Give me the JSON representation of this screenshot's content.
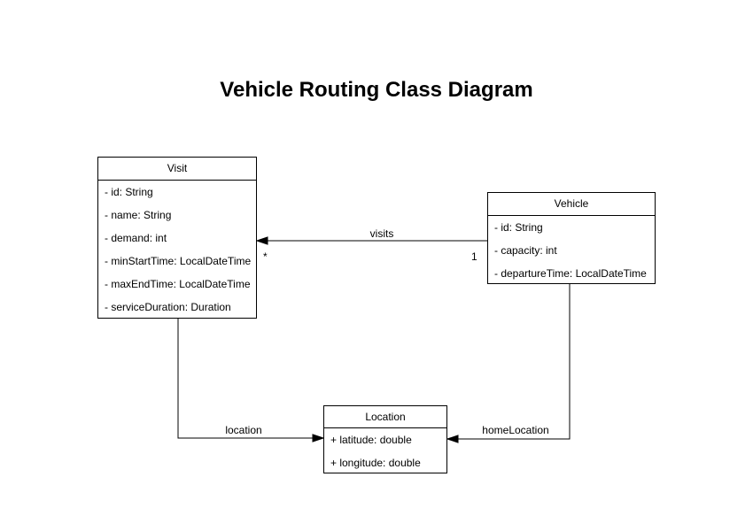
{
  "title": "Vehicle Routing Class Diagram",
  "colors": {
    "stroke": "#000000",
    "background": "#ffffff",
    "text": "#000000"
  },
  "classes": [
    {
      "name": "Visit",
      "attributes": [
        "- id: String",
        "- name: String",
        "- demand: int",
        "- minStartTime: LocalDateTime",
        "- maxEndTime: LocalDateTime",
        "- serviceDuration: Duration"
      ]
    },
    {
      "name": "Vehicle",
      "attributes": [
        "- id: String",
        "- capacity: int",
        "- departureTime: LocalDateTime"
      ]
    },
    {
      "name": "Location",
      "attributes": [
        "+ latitude: double",
        "+ longitude: double"
      ]
    }
  ],
  "relations": [
    {
      "label": "visits",
      "from": "Vehicle",
      "to": "Visit",
      "source_multiplicity": "1",
      "target_multiplicity": "*"
    },
    {
      "label": "location",
      "from": "Visit",
      "to": "Location"
    },
    {
      "label": "homeLocation",
      "from": "Vehicle",
      "to": "Location"
    }
  ]
}
